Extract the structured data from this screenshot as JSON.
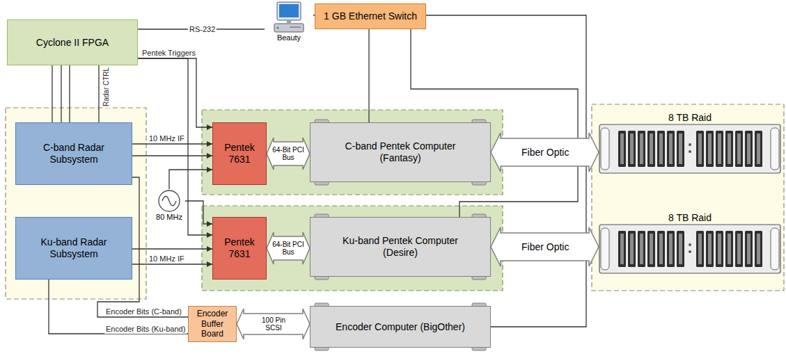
{
  "diagram": {
    "nodes": [
      {
        "text": [
          "Cyclone II FPGA"
        ]
      },
      {
        "text": [
          "Beauty"
        ]
      },
      {
        "text": [
          "1 GB Ethernet Switch"
        ]
      },
      {
        "text": [
          "C-band Radar Subsystem"
        ]
      },
      {
        "text": [
          "Pentek 7631"
        ]
      },
      {
        "text": [
          "C-band Pentek Computer (Fantasy)"
        ]
      },
      {
        "text": [
          "8 TB Raid"
        ]
      },
      {
        "text": [
          "80 MHz"
        ]
      },
      {
        "text": [
          "Ku-band Radar Subsystem"
        ]
      },
      {
        "text": [
          "Pentek 7631"
        ]
      },
      {
        "text": [
          "Ku-band Pentek Computer (Desire)"
        ]
      },
      {
        "text": [
          "8 TB Raid"
        ]
      },
      {
        "text": [
          "Encoder Buffer Board"
        ]
      },
      {
        "text": [
          "Encoder Computer (BigOther)"
        ]
      }
    ],
    "edges": [
      {
        "from": 0,
        "to": 1,
        "label": "RS-232",
        "arrow": "none"
      },
      {
        "from": 1,
        "to": 2,
        "arrow": "none"
      },
      {
        "from": 0,
        "to": 4,
        "label": "Pentek Triggers",
        "arrow": "to"
      },
      {
        "from": 0,
        "to": 9,
        "arrow": "to"
      },
      {
        "from": 0,
        "to": 3,
        "arrow": "none"
      },
      {
        "from": 0,
        "to": 3,
        "arrow": "none"
      },
      {
        "from": 0,
        "to": 3,
        "arrow": "none"
      },
      {
        "from": 0,
        "to": 3,
        "label": "Radar CTRL",
        "arrow": "none"
      },
      {
        "from": 3,
        "to": 4,
        "label": "10 MHz IF",
        "arrow": "to"
      },
      {
        "from": 3,
        "to": 4,
        "arrow": "to"
      },
      {
        "from": 7,
        "to": 4,
        "arrow": "to"
      },
      {
        "from": 7,
        "to": 9,
        "arrow": "to"
      },
      {
        "from": 8,
        "to": 9,
        "arrow": "to"
      },
      {
        "from": 8,
        "to": 9,
        "label": "10 MHz IF",
        "arrow": "to"
      },
      {
        "from": 4,
        "to": 5,
        "label": "64-Bit PCI Bus",
        "arrow": "both"
      },
      {
        "from": 9,
        "to": 10,
        "label": "64-Bit PCI Bus",
        "arrow": "both"
      },
      {
        "from": 2,
        "to": 5,
        "arrow": "none"
      },
      {
        "from": 2,
        "to": 10,
        "arrow": "none"
      },
      {
        "from": 2,
        "to": 13,
        "arrow": "none"
      },
      {
        "from": 5,
        "to": 6,
        "label": "Fiber Optic",
        "arrow": "both"
      },
      {
        "from": 10,
        "to": 11,
        "label": "Fiber Optic",
        "arrow": "both"
      },
      {
        "from": 3,
        "to": 12,
        "label": "Encoder Bits (C-band)",
        "arrow": "none"
      },
      {
        "from": 8,
        "to": 12,
        "label": "Encoder Bits (Ku-band)",
        "arrow": "none"
      },
      {
        "from": 12,
        "to": 13,
        "label": "100 Pin SCSI",
        "arrow": "both"
      }
    ]
  }
}
